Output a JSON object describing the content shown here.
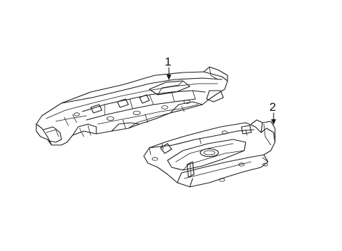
{
  "callouts": [
    {
      "id": "part-1",
      "label": "1"
    },
    {
      "id": "part-2",
      "label": "2"
    }
  ]
}
